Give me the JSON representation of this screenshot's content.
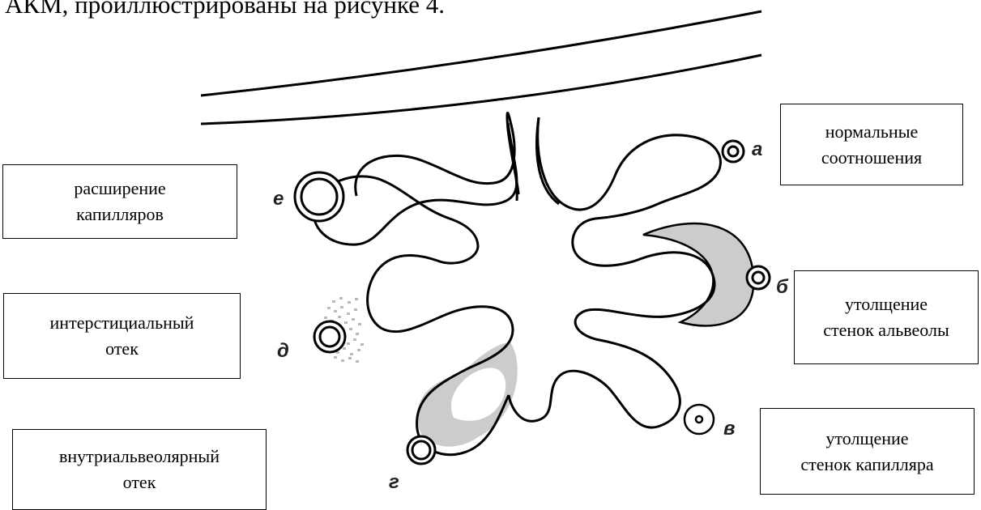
{
  "intro_text": "АКМ, проиллюстрированы на рисунке 4.",
  "colors": {
    "outline": "#000000",
    "thickening_fill": "#cccccc",
    "edema_dots": "#b8b8b8"
  },
  "markers": {
    "a": "а",
    "b": "б",
    "v": "в",
    "g": "г",
    "d": "д",
    "e": "е"
  },
  "labels": {
    "a": [
      "нормальные",
      "соотношения"
    ],
    "b": [
      "утолщение",
      "стенок альвеолы"
    ],
    "v": [
      "утолщение",
      "стенок капилляра"
    ],
    "e": [
      "расширение",
      "капилляров"
    ],
    "d": [
      "интерстициальный",
      "отек"
    ],
    "g": [
      "внутриальвеолярный",
      "отек"
    ]
  }
}
